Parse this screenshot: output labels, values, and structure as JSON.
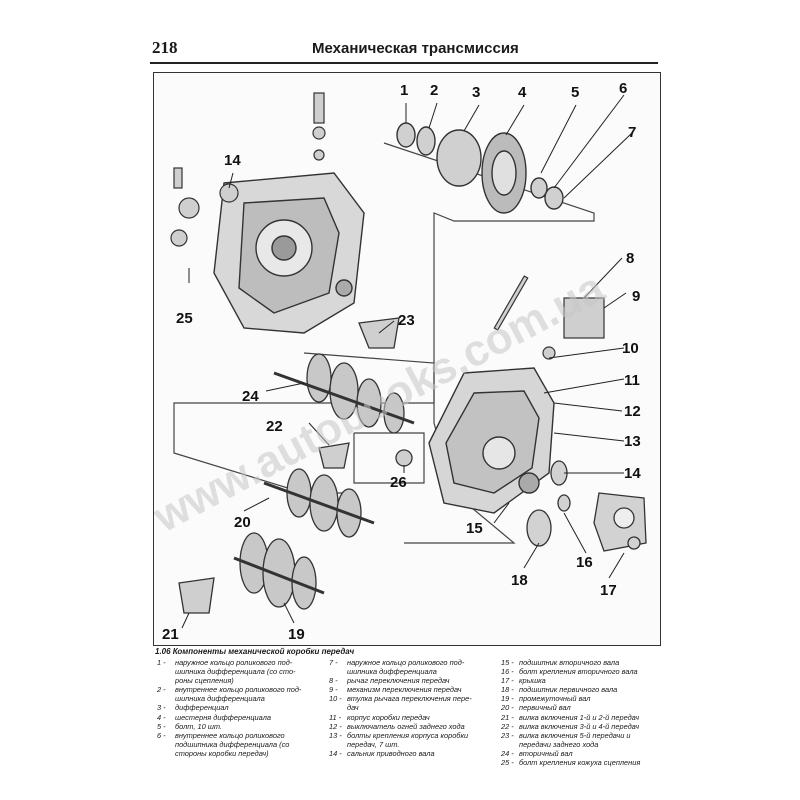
{
  "header": {
    "page_number": "218",
    "section_title": "Механическая трансмиссия"
  },
  "watermark": "www.autobooks.com.ua",
  "figure": {
    "callouts": [
      "1",
      "2",
      "3",
      "4",
      "5",
      "6",
      "7",
      "8",
      "9",
      "10",
      "11",
      "12",
      "13",
      "14",
      "14",
      "15",
      "16",
      "17",
      "18",
      "19",
      "20",
      "21",
      "22",
      "23",
      "24",
      "25",
      "26"
    ]
  },
  "caption": "1.06 Компоненты механической коробки передач",
  "legend": {
    "col1": [
      {
        "n": "1 -",
        "t": "наружное кольцо роликового под-"
      },
      {
        "n": "",
        "t": "шипника дифференциала (со сто-"
      },
      {
        "n": "",
        "t": "роны сцепления)"
      },
      {
        "n": "2 -",
        "t": "внутреннее кольцо роликового под-"
      },
      {
        "n": "",
        "t": "шипника дифференциала"
      },
      {
        "n": "3 -",
        "t": "дифференциал"
      },
      {
        "n": "4 -",
        "t": "шестерня дифференциала"
      },
      {
        "n": "5 -",
        "t": "болт, 10 шт."
      },
      {
        "n": "6 -",
        "t": "внутреннее кольцо роликового"
      },
      {
        "n": "",
        "t": "подшипника дифференциала (со"
      },
      {
        "n": "",
        "t": "стороны коробки передач)"
      }
    ],
    "col2": [
      {
        "n": "7 -",
        "t": "наружное кольцо роликового под-"
      },
      {
        "n": "",
        "t": "шипника дифференциала"
      },
      {
        "n": "8 -",
        "t": "рычаг переключения передач"
      },
      {
        "n": "9 -",
        "t": "механизм переключения передач"
      },
      {
        "n": "10 -",
        "t": "втулка рычага переключения пере-"
      },
      {
        "n": "",
        "t": "дач"
      },
      {
        "n": "11 -",
        "t": "корпус коробки передач"
      },
      {
        "n": "12 -",
        "t": "выключатель огней заднего хода"
      },
      {
        "n": "13 -",
        "t": "болты крепления корпуса коробки"
      },
      {
        "n": "",
        "t": "передач, 7 шт."
      },
      {
        "n": "14 -",
        "t": "сальник приводного вала"
      }
    ],
    "col3": [
      {
        "n": "15 -",
        "t": "подшипник вторичного вала"
      },
      {
        "n": "16 -",
        "t": "болт крепления вторичного вала"
      },
      {
        "n": "17 -",
        "t": "крышка"
      },
      {
        "n": "18 -",
        "t": "подшипник первичного вала"
      },
      {
        "n": "19 -",
        "t": "промежуточный вал"
      },
      {
        "n": "20 -",
        "t": "первичный вал"
      },
      {
        "n": "21 -",
        "t": "вилка включения 1-й и 2-й передач"
      },
      {
        "n": "22 -",
        "t": "вилка включения 3-й и 4-й передач"
      },
      {
        "n": "23 -",
        "t": "вилка включения 5-й передачи и"
      },
      {
        "n": "",
        "t": "передачи заднего хода"
      },
      {
        "n": "24 -",
        "t": "вторичный вал"
      },
      {
        "n": "25 -",
        "t": "болт крепления кожуха сцепления"
      }
    ]
  }
}
